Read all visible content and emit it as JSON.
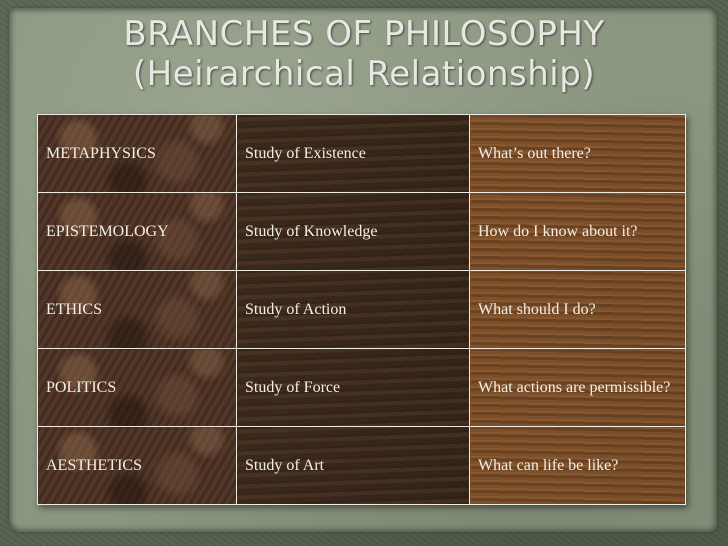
{
  "slide": {
    "title_line1": "BRANCHES OF PHILOSOPHY",
    "title_line2": "(Heirarchical Relationship)"
  },
  "table": {
    "rows": [
      {
        "branch": "METAPHYSICS",
        "study": "Study of Existence",
        "question": "What’s out there?"
      },
      {
        "branch": "EPISTEMOLOGY",
        "study": "Study of Knowledge",
        "question": "How do I know about it?"
      },
      {
        "branch": "ETHICS",
        "study": "Study of Action",
        "question": "What should I do?"
      },
      {
        "branch": "POLITICS",
        "study": "Study of Force",
        "question": "What actions are permissible?"
      },
      {
        "branch": "AESTHETICS",
        "study": "Study of Art",
        "question": "What can life be like?"
      }
    ]
  },
  "colors": {
    "background": "#55624f",
    "paper": "#8a9680",
    "title_text": "#e8e8e2",
    "cell_text": "#f4efe6"
  }
}
